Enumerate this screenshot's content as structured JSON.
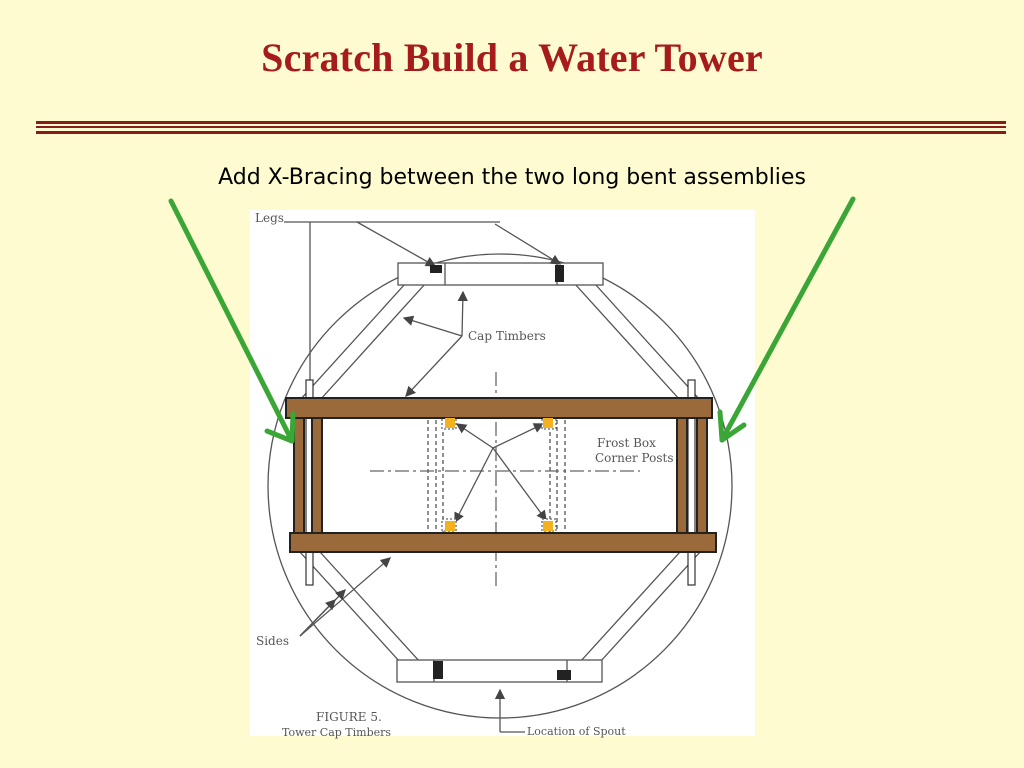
{
  "slide": {
    "title": "Scratch Build a Water Tower",
    "subtitle": "Add X-Bracing between the two long bent assemblies"
  },
  "figure": {
    "labels": {
      "legs": "Legs",
      "cap_timbers": "Cap Timbers",
      "frost_box_line1": "Frost Box",
      "frost_box_line2": "Corner Posts",
      "sides": "Sides",
      "figure_number": "FIGURE 5.",
      "figure_caption": "Tower Cap Timbers",
      "location_of_spout": "Location of Spout"
    }
  },
  "colors": {
    "title": "#a61c1c",
    "rule": "#8b1a1a",
    "background": "#fdfbcf",
    "timber": "#9a6a3a",
    "corner_post": "#f2b21f",
    "arrow": "#3aa635"
  }
}
